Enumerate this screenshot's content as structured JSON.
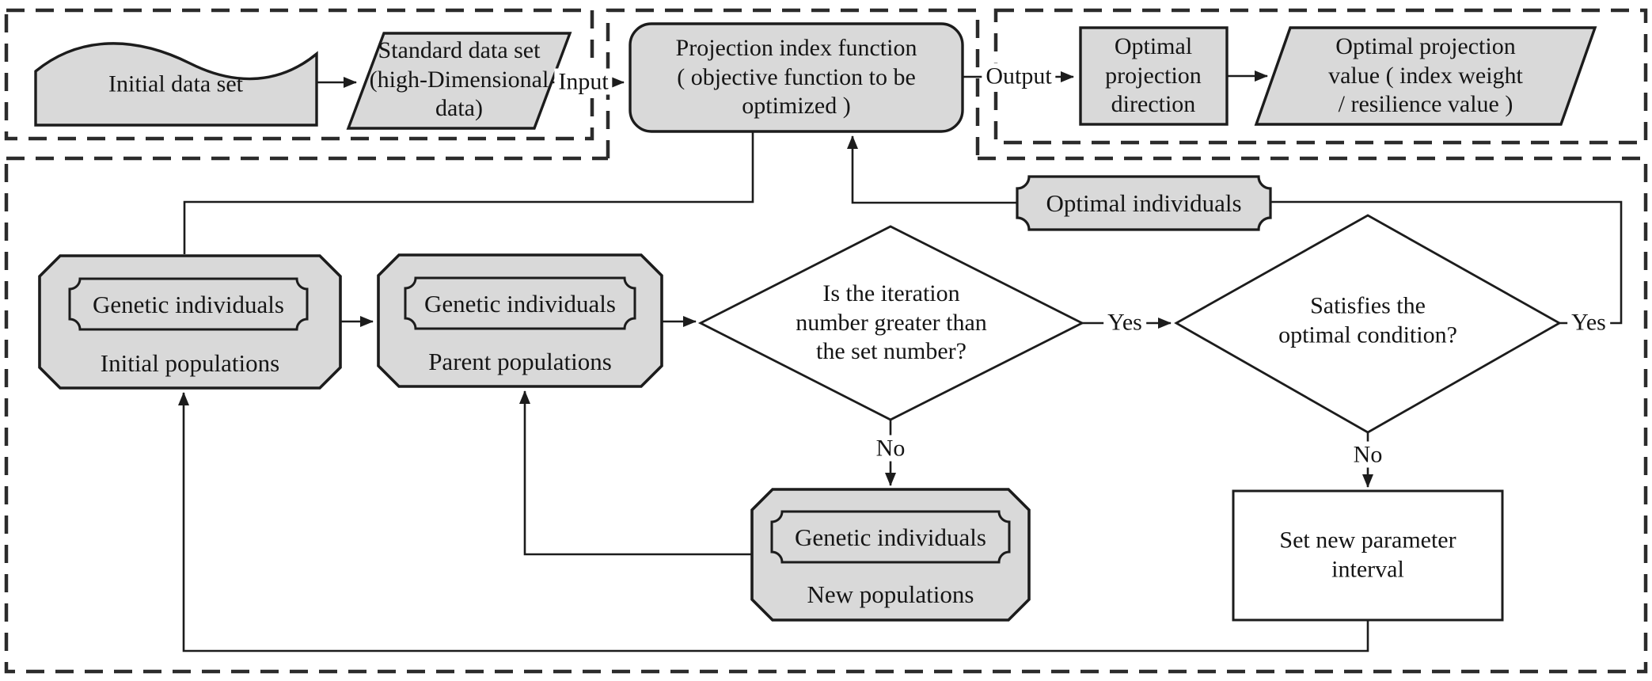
{
  "colors": {
    "node_fill": "#d9d9d9",
    "white_fill": "#ffffff",
    "stroke": "#1c1c1c",
    "dash": "#2b2b2b"
  },
  "nodes": {
    "initial_data_set": "Initial data set",
    "standard_data_set": "Standard data set\n(high-Dimensional\ndata)",
    "projection_index_function": "Projection index function\n( objective function to be\noptimized )",
    "optimal_projection_direction": "Optimal\nprojection\ndirection",
    "optimal_projection_value": "Optimal projection\nvalue ( index weight\n/ resilience value )",
    "optimal_individuals": "Optimal individuals",
    "genetic_individuals": "Genetic individuals",
    "initial_populations": "Initial populations",
    "parent_populations": "Parent populations",
    "new_populations": "New populations",
    "iteration_decision": "Is the  iteration\nnumber greater than\nthe set number?",
    "optimal_condition_decision": "Satisfies the\noptimal condition?",
    "set_new_parameter_interval": "Set new parameter\ninterval"
  },
  "edge_labels": {
    "input": "Input",
    "output": "Output",
    "yes": "Yes",
    "no": "No"
  }
}
